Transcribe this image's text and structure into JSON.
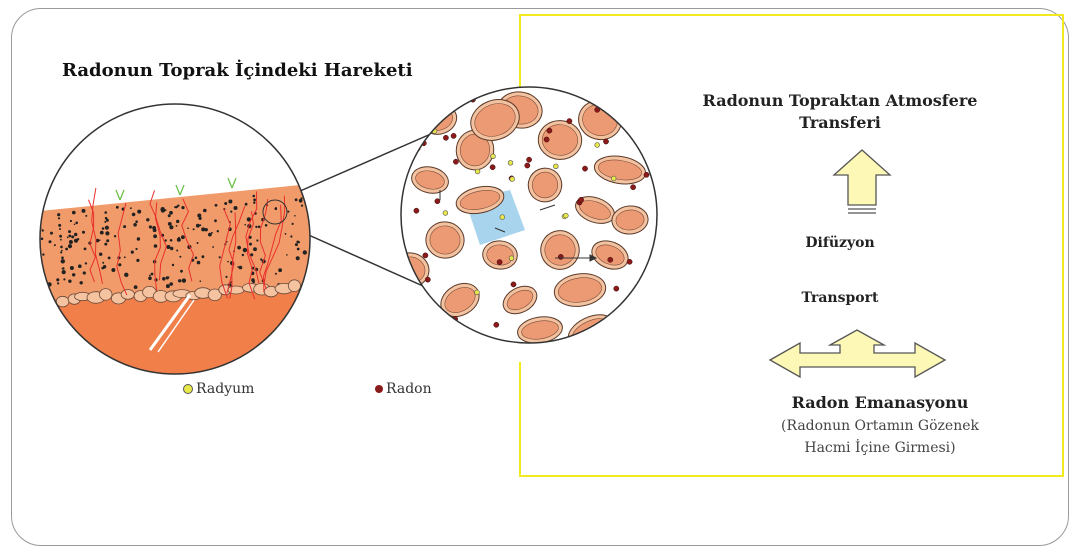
{
  "title": "Radonun Toprak İçindeki Hareketi",
  "right_panel": {
    "transfer_title_line1": "Radonun Topraktan Atmosfere",
    "transfer_title_line2": "Transferi",
    "diffusion": "Difüzyon",
    "transport": "Transport",
    "emanation_title": "Radon Emanasyonu",
    "emanation_sub_line1": "(Radonun Ortamın Gözenek",
    "emanation_sub_line2": "Hacmi İçine Girmesi)"
  },
  "legend": {
    "radium": {
      "label": "Radyum",
      "color": "#e8e84a"
    },
    "radon": {
      "label": "Radon",
      "color": "#8b1a1a"
    }
  },
  "colors": {
    "frame_yellow": "#f3ea1d",
    "arrow_fill": "#fdf8b5",
    "soil": "#f29b6a",
    "grain": "#ec9a74",
    "pore_water": "#a8d4ee"
  }
}
